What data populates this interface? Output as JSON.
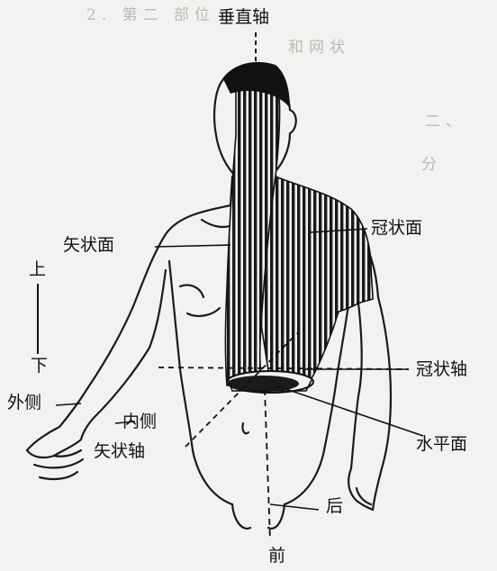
{
  "labels": {
    "vertical_axis": "垂直轴",
    "sagittal_plane": "矢状面",
    "coronal_plane": "冠状面",
    "superior": "上",
    "inferior": "下",
    "lateral": "外侧",
    "medial": "内侧",
    "sagittal_axis": "矢状轴",
    "coronal_axis": "冠状轴",
    "horizontal_plane": "水平面",
    "posterior": "后",
    "anterior": "前"
  },
  "colors": {
    "ink": "#111111",
    "paper": "#f2f2f0"
  }
}
